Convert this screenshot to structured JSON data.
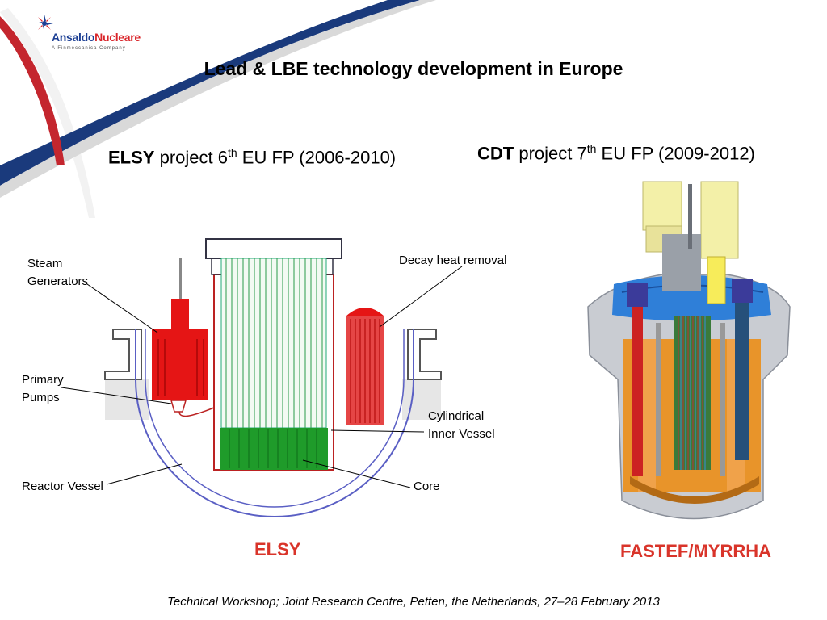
{
  "logo": {
    "name_part1": "Ansaldo",
    "name_part2": "Nucleare",
    "tagline": "A Finmeccanica Company"
  },
  "title": "Lead & LBE technology development in Europe",
  "elsy_heading": {
    "bold": "ELSY",
    "text": " project 6",
    "sup": "th",
    "rest": " EU FP (2006-2010)"
  },
  "cdt_heading": {
    "bold": "CDT",
    "text": " project 7",
    "sup": "th",
    "rest": " EU FP (2009-2012)"
  },
  "callouts": {
    "steam_generators": [
      "Steam",
      "Generators"
    ],
    "primary_pumps": [
      "Primary",
      "Pumps"
    ],
    "reactor_vessel": "Reactor Vessel",
    "decay_heat_removal": "Decay heat removal",
    "cylindrical_inner_vessel": [
      "Cylindrical",
      "Inner Vessel"
    ],
    "core": "Core"
  },
  "diagram_labels": {
    "elsy": "ELSY",
    "fastef": "FASTEF/MYRRHA"
  },
  "footer": "Technical Workshop; Joint Research Centre, Petten, the Netherlands, 27–28 February 2013",
  "colors": {
    "brand_blue": "#1c3f94",
    "brand_red": "#d9252a",
    "label_red": "#d9342a",
    "vessel_blue": "#5a5fc4",
    "core_green": "#1f9b2a"
  }
}
